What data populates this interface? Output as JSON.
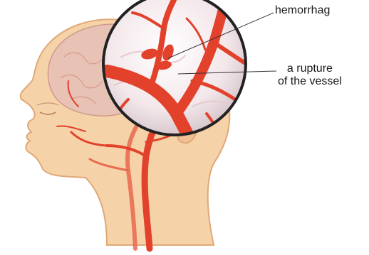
{
  "labels": {
    "hemorrhage": "hemorrhag",
    "rupture_line1": "a rupture",
    "rupture_line2": "of the vessel"
  },
  "colors": {
    "skin": "#f6d2a8",
    "skin_outline": "#e0a877",
    "brain": "#e9c2b6",
    "artery": "#e2412b",
    "artery_dark": "#b92a18",
    "leader_line": "#333333"
  }
}
